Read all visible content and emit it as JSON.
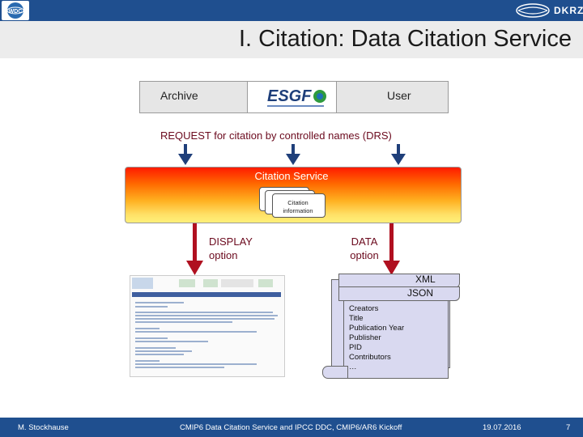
{
  "header": {
    "logo_left_text": "WDC",
    "logo_right": "DKRZ",
    "title": "I. Citation: Data Citation Service"
  },
  "actors": {
    "archive": "Archive",
    "esgf_logo": "ESGF",
    "user": "User"
  },
  "request_text": "REQUEST for citation by controlled names (DRS)",
  "service": {
    "label": "Citation Service",
    "db_line1": "Citation",
    "db_line2": "information"
  },
  "options": {
    "display_line1": "DISPLAY",
    "display_line2": "option",
    "data_line1": "DATA",
    "data_line2": "option"
  },
  "formats": {
    "xml": "XML",
    "json": "JSON"
  },
  "metadata_fields": [
    "Creators",
    "Title",
    "Publication Year",
    "Publisher",
    "PID",
    "Contributors",
    "…"
  ],
  "footer": {
    "author": "M. Stockhause",
    "event": "CMIP6 Data Citation Service and IPCC DDC, CMIP6/AR6 Kickoff",
    "date": "19.07.2016",
    "page": "7"
  },
  "colors": {
    "header_blue": "#1f4f8f",
    "arrow_navy": "#1f3f7a",
    "arrow_red": "#b01020",
    "text_red": "#6b0a1e"
  }
}
